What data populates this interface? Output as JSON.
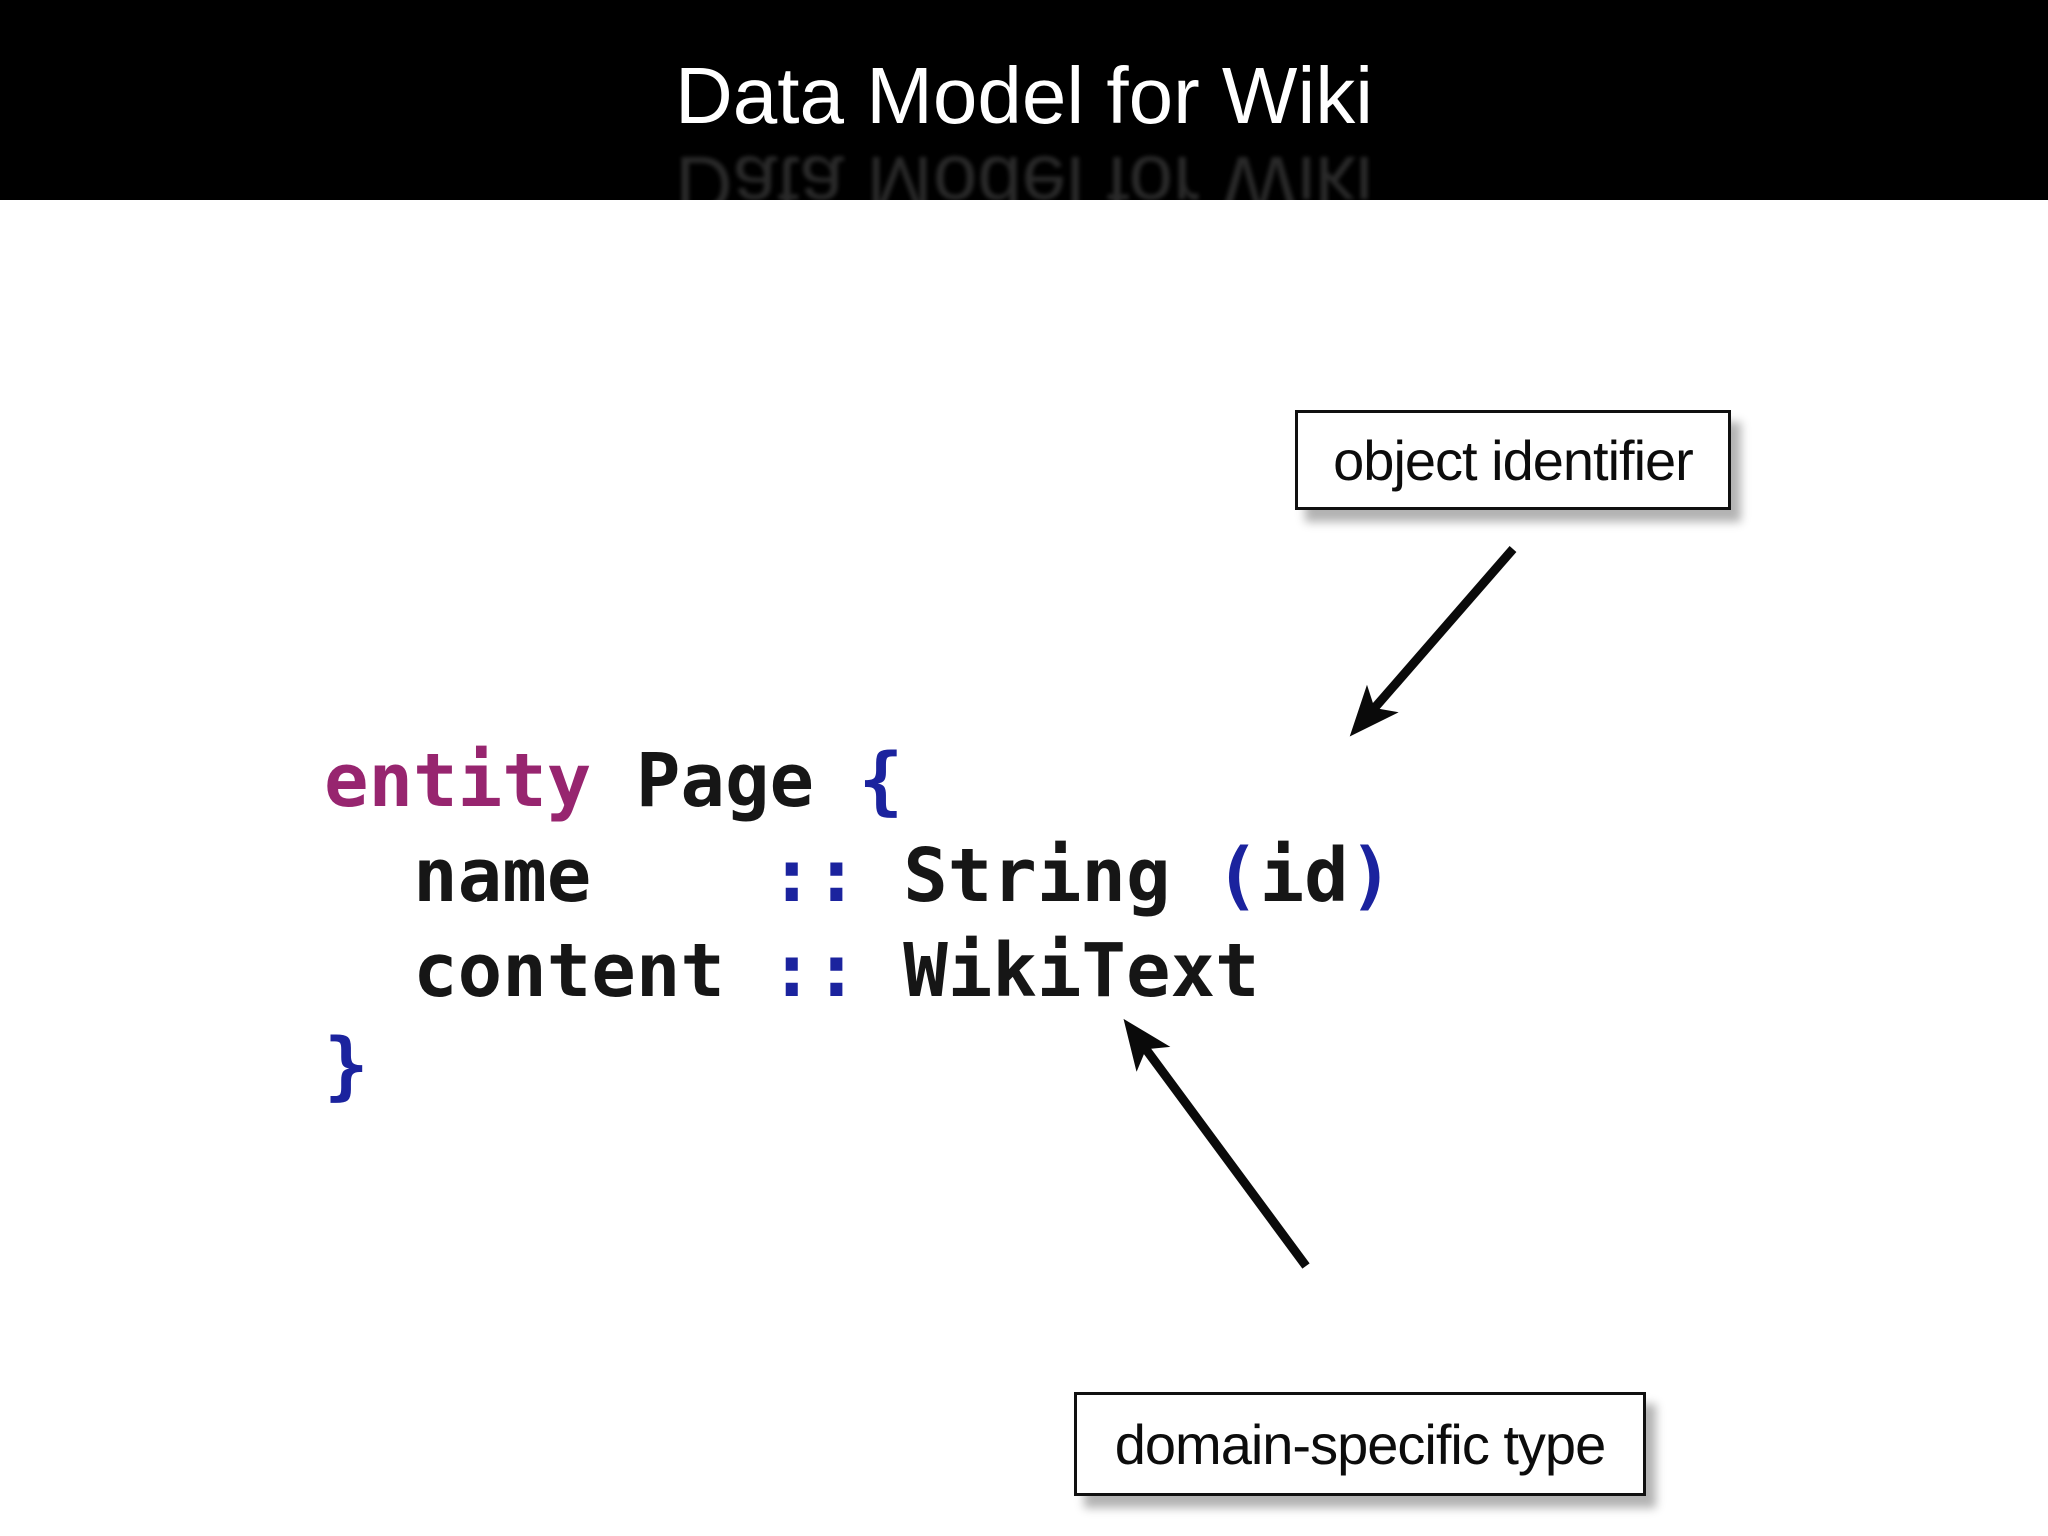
{
  "slide": {
    "title": "Data Model for Wiki"
  },
  "code": {
    "language_hint": "entity declaration",
    "lines": [
      {
        "tokens": [
          {
            "text": "entity",
            "type": "keyword"
          },
          {
            "text": " Page ",
            "type": "plain"
          },
          {
            "text": "{",
            "type": "punctuation"
          }
        ]
      },
      {
        "tokens": [
          {
            "text": "  name    ",
            "type": "plain"
          },
          {
            "text": "::",
            "type": "punctuation"
          },
          {
            "text": " String ",
            "type": "plain"
          },
          {
            "text": "(",
            "type": "punctuation"
          },
          {
            "text": "id",
            "type": "plain"
          },
          {
            "text": ")",
            "type": "punctuation"
          }
        ]
      },
      {
        "tokens": [
          {
            "text": "  content ",
            "type": "plain"
          },
          {
            "text": "::",
            "type": "punctuation"
          },
          {
            "text": " WikiText",
            "type": "plain"
          }
        ]
      },
      {
        "tokens": [
          {
            "text": "}",
            "type": "punctuation"
          }
        ]
      }
    ]
  },
  "callouts": [
    {
      "label": "object identifier",
      "points_to": "(id)"
    },
    {
      "label": "domain-specific type",
      "points_to": "WikiText"
    }
  ],
  "colors": {
    "header_bg": "#000000",
    "title_text": "#FFFFFF",
    "code_text": "#161616",
    "keyword": "#97256F",
    "punctuation_blue": "#1B239E",
    "arrow": "#0A0A0A",
    "callout_border": "#101010",
    "callout_bg": "#FFFFFF"
  }
}
